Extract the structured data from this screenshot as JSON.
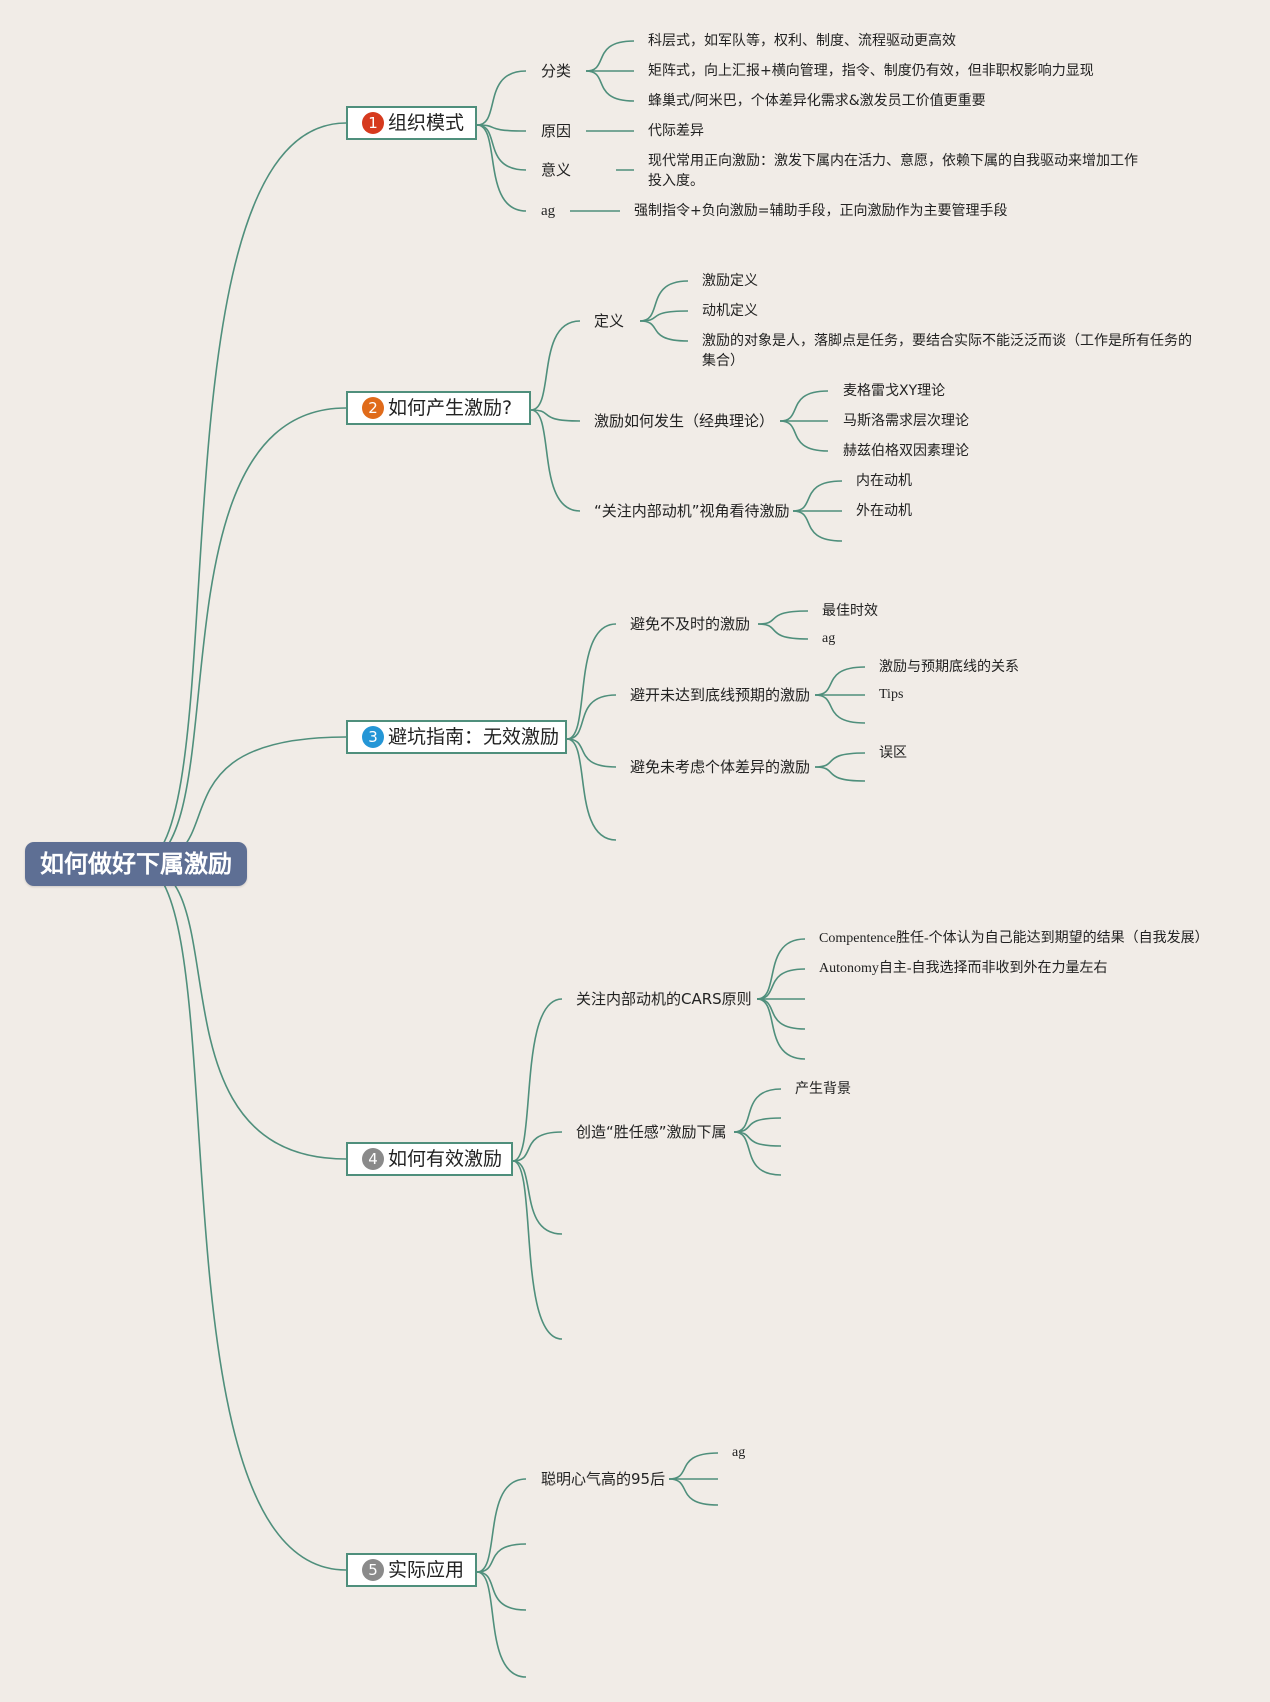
{
  "root": {
    "title": "如何做好下属激励"
  },
  "branches": [
    {
      "num": "1",
      "color": "#d63a1e",
      "label": "组织模式",
      "subs": [
        {
          "label": "分类",
          "leaves": [
            "科层式，如军队等，权利、制度、流程驱动更高效",
            "矩阵式，向上汇报+横向管理，指令、制度仍有效，但非职权影响力显现",
            "蜂巢式/阿米巴，个体差异化需求&激发员工价值更重要"
          ]
        },
        {
          "label": "原因",
          "leaves": [
            "代际差异"
          ]
        },
        {
          "label": "意义",
          "leaves": [
            "现代常用正向激励：激发下属内在活力、意愿，依赖下属的自我驱动来增加工作",
            "投入度。"
          ]
        },
        {
          "label": "ag",
          "leaves": [
            "强制指令+负向激励=辅助手段，正向激励作为主要管理手段"
          ]
        }
      ]
    },
    {
      "num": "2",
      "color": "#e06b1a",
      "label": "如何产生激励?",
      "subs": [
        {
          "label": "定义",
          "leaves": [
            "激励定义",
            "动机定义",
            "激励的对象是人，落脚点是任务，要结合实际不能泛泛而谈（工作是所有任务的",
            "集合）"
          ]
        },
        {
          "label": "激励如何发生（经典理论）",
          "leaves": [
            "麦格雷戈XY理论",
            "马斯洛需求层次理论",
            "赫兹伯格双因素理论"
          ]
        },
        {
          "label": "“关注内部动机”视角看待激励",
          "leaves": [
            "内在动机",
            "外在动机"
          ]
        }
      ]
    },
    {
      "num": "3",
      "color": "#2496d6",
      "label": "避坑指南：无效激励",
      "subs": [
        {
          "label": "避免不及时的激励",
          "leaves": [
            "最佳时效",
            "ag"
          ]
        },
        {
          "label": "避开未达到底线预期的激励",
          "leaves": [
            "激励与预期底线的关系",
            "Tips"
          ]
        },
        {
          "label": "避免未考虑个体差异的激励",
          "leaves": [
            "误区"
          ]
        }
      ]
    },
    {
      "num": "4",
      "color": "#8a8a8a",
      "label": "如何有效激励",
      "subs": [
        {
          "label": "关注内部动机的CARS原则",
          "leaves": [
            "Compentence胜任-个体认为自己能达到期望的结果（自我发展）",
            "Autonomy自主-自我选择而非收到外在力量左右"
          ]
        },
        {
          "label": "创造“胜任感”激励下属",
          "leaves": [
            "产生背景"
          ]
        }
      ]
    },
    {
      "num": "5",
      "color": "#8a8a8a",
      "label": "实际应用",
      "subs": [
        {
          "label": "聪明心气高的95后",
          "leaves": [
            "ag"
          ]
        }
      ]
    }
  ]
}
